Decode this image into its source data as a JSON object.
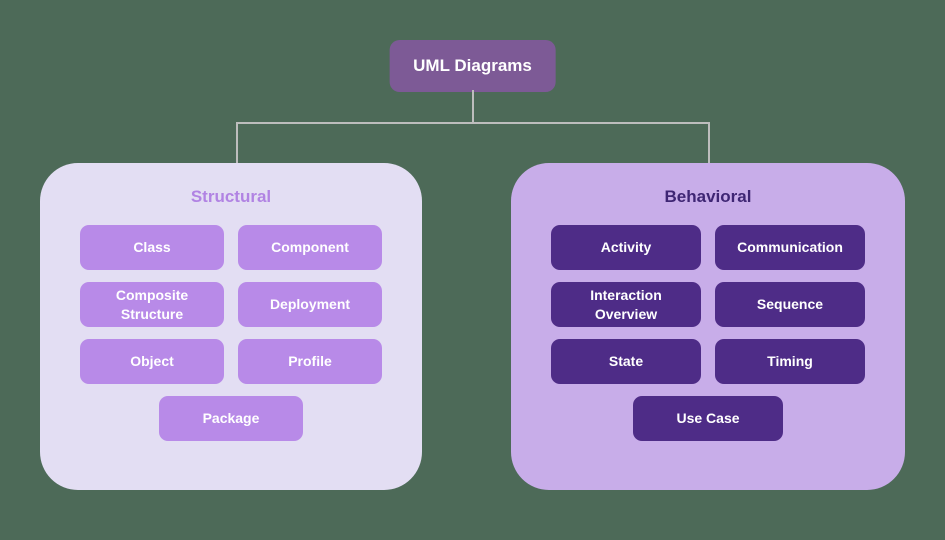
{
  "root": {
    "label": "UML Diagrams"
  },
  "groups": [
    {
      "name": "Structural",
      "items": [
        "Class",
        "Component",
        "Composite Structure",
        "Deployment",
        "Object",
        "Profile",
        "Package"
      ]
    },
    {
      "name": "Behavioral",
      "items": [
        "Activity",
        "Communication",
        "Interaction Overview",
        "Sequence",
        "State",
        "Timing",
        "Use Case"
      ]
    }
  ],
  "colors": {
    "background": "#4d6a58",
    "root_node": "#7d5a96",
    "connector": "#bdbdbd",
    "structural_panel": "#e3def3",
    "structural_heading": "#b183e3",
    "structural_node": "#b88ae8",
    "behavioral_panel": "#c8ade9",
    "behavioral_heading": "#3f2674",
    "behavioral_node": "#4e2c87",
    "node_text": "#ffffff"
  }
}
